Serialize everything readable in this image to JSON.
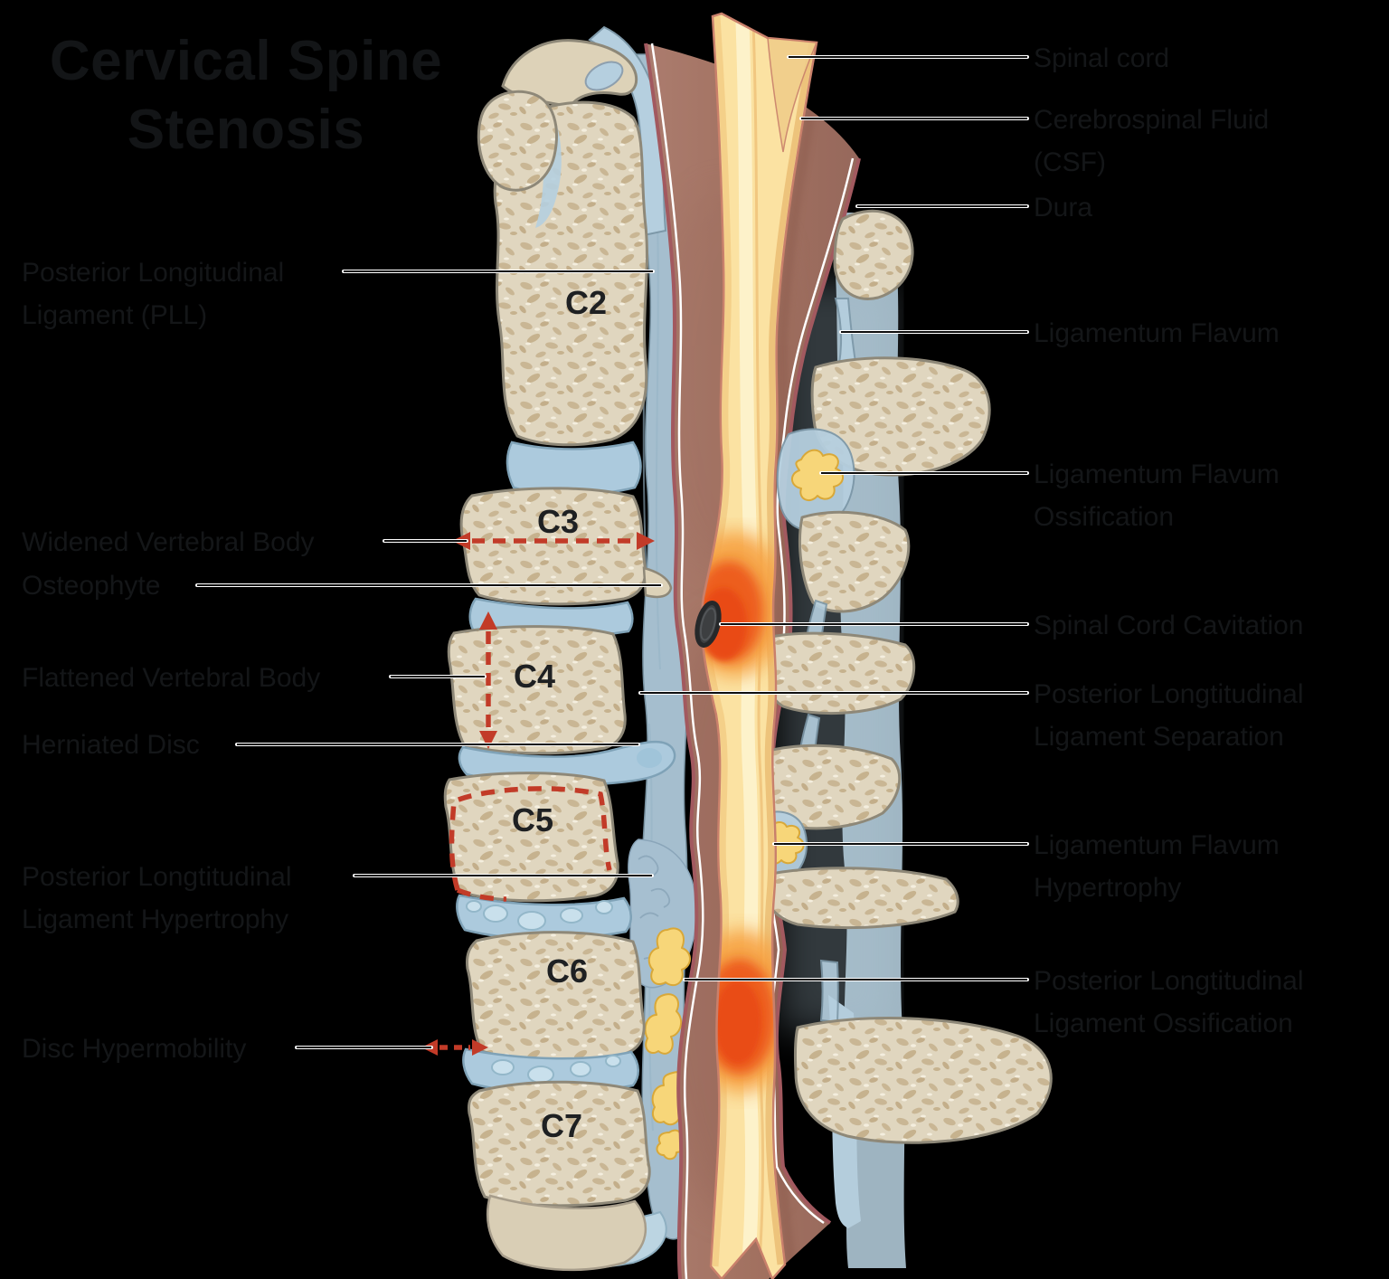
{
  "title": {
    "lines": [
      "Cervical Spine",
      "Stenosis"
    ]
  },
  "vertebrae": [
    "C2",
    "C3",
    "C4",
    "C5",
    "C6",
    "C7"
  ],
  "left_labels": [
    {
      "lines": [
        "Posterior Longitudinal",
        "Ligament (PLL)"
      ]
    },
    {
      "lines": [
        "Widened Vertebral Body"
      ]
    },
    {
      "lines": [
        "Osteophyte"
      ]
    },
    {
      "lines": [
        "Flattened Vertebral Body"
      ]
    },
    {
      "lines": [
        "Herniated Disc"
      ]
    },
    {
      "lines": [
        "Posterior Longtitudinal",
        "Ligament Hypertrophy"
      ]
    },
    {
      "lines": [
        "Disc Hypermobility"
      ]
    }
  ],
  "right_labels": [
    {
      "lines": [
        "Spinal cord"
      ]
    },
    {
      "lines": [
        "Cerebrospinal Fluid",
        "(CSF)"
      ]
    },
    {
      "lines": [
        "Dura"
      ]
    },
    {
      "lines": [
        "Ligamentum Flavum"
      ]
    },
    {
      "lines": [
        "Ligamentum Flavum",
        "Ossification"
      ]
    },
    {
      "lines": [
        "Spinal Cord Cavitation"
      ]
    },
    {
      "lines": [
        "Posterior Longtitudinal",
        "Ligament Separation"
      ]
    },
    {
      "lines": [
        "Ligamentum Flavum",
        "Hypertrophy"
      ]
    },
    {
      "lines": [
        "Posterior Longtitudinal",
        "Ligament Ossification"
      ]
    }
  ],
  "colors": {
    "background": "#000000",
    "text": "#141618",
    "bone_fill": "#e0d6bf",
    "bone_outline": "#8e8878",
    "disc_blue": "#accadd",
    "ligament_blue": "#b5cfdf",
    "dura_brown": "#a87868",
    "dura_edge_maroon": "#a2595f",
    "cord_yellow": "#fbe2a2",
    "cord_highlight": "#fdf2cc",
    "stenosis_orange": "#ec5a1e",
    "cavitation_gray": "#3d3f41",
    "annotation_red": "#c23b28",
    "ossification_yellow": "#f7d679",
    "leader_line_white": "#ffffff"
  }
}
